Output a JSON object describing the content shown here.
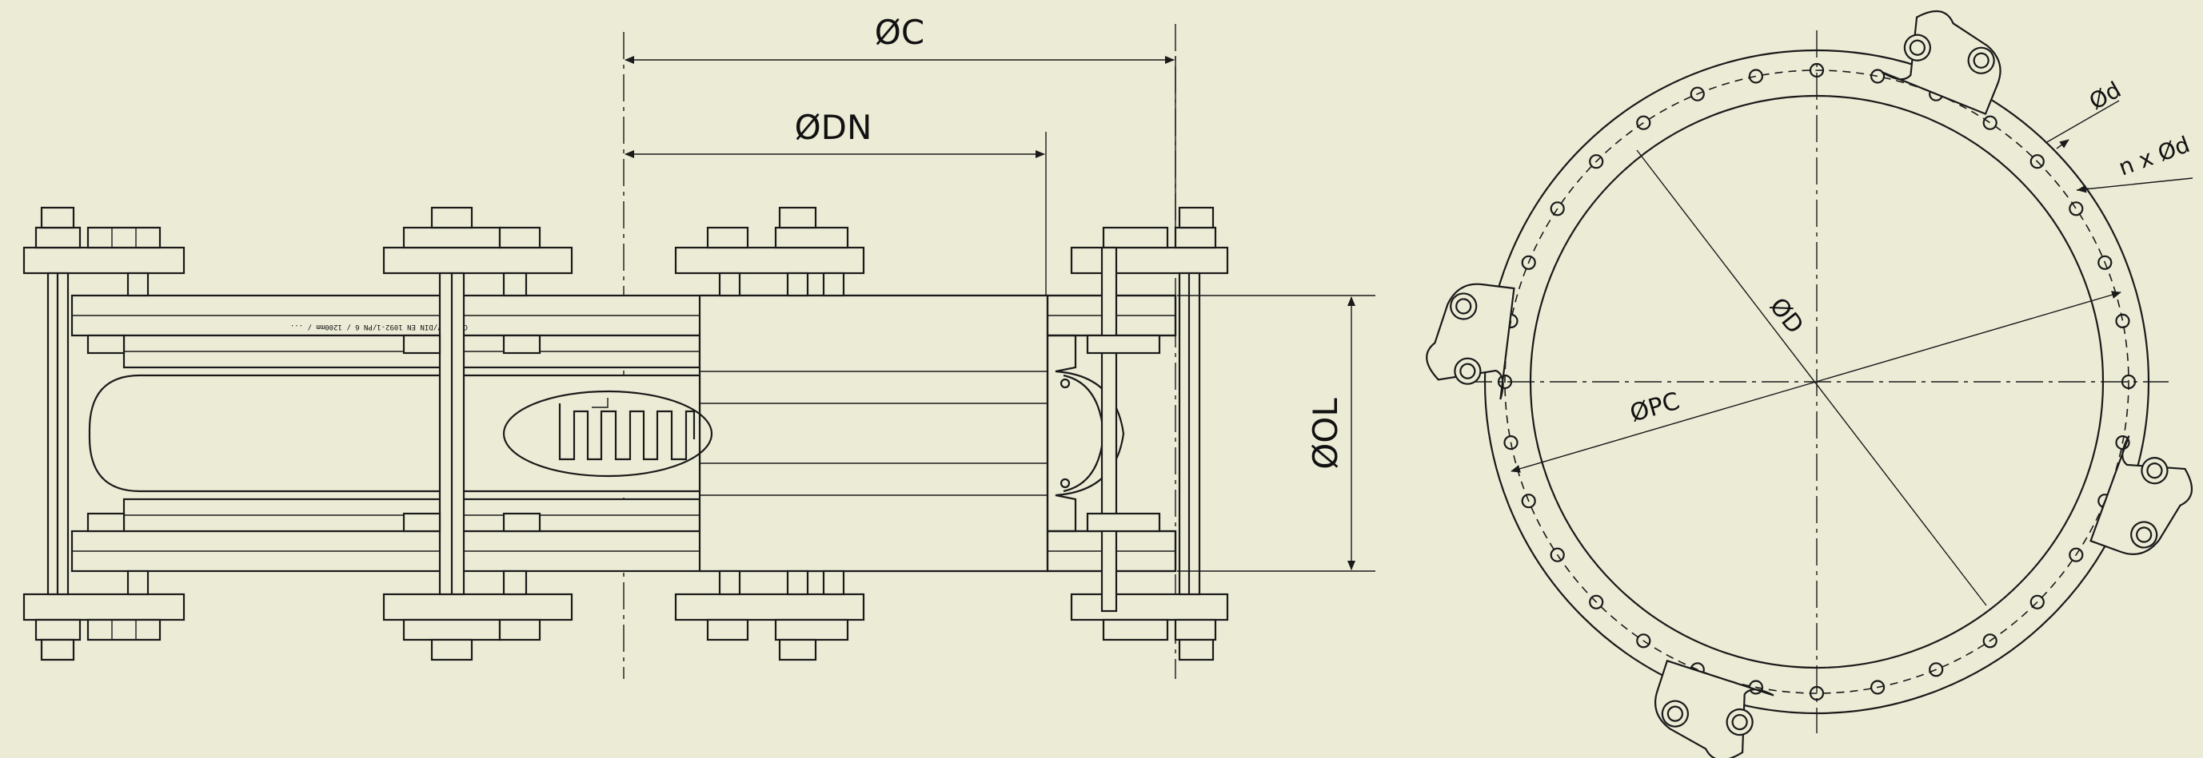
{
  "side_view": {
    "dim_c": "ØC",
    "dim_dn": "ØDN",
    "dim_ol": "ØOL",
    "spool_marking": "C ST.37/DIN EN 1092-1/PN 6 / 1200mm / ..."
  },
  "front_view": {
    "dim_d_small": "Ød",
    "dim_n_x_d": "n x Ød",
    "dim_d_big": "ØD",
    "dim_pc": "ØPC"
  },
  "colors": {
    "background": "#ecebd6",
    "line": "#1a1a1a"
  }
}
